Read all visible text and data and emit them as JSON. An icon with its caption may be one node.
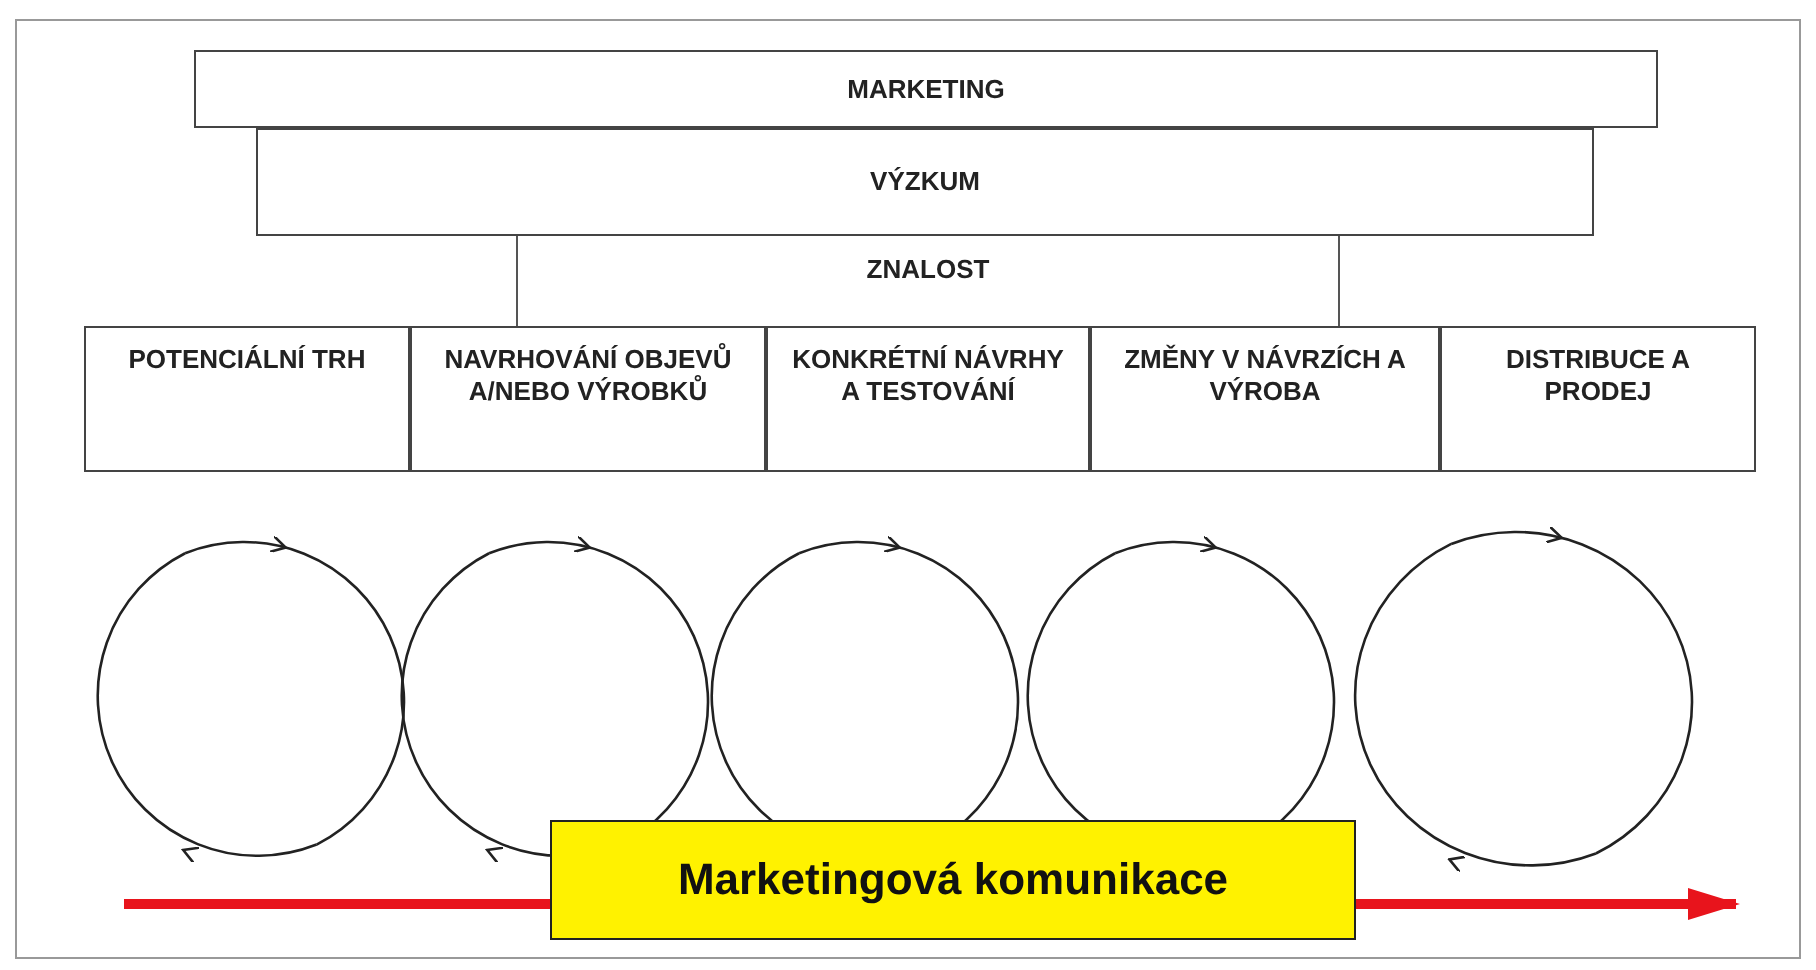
{
  "diagram": {
    "nodes": [
      {
        "text": [
          "MARKETING"
        ]
      },
      {
        "text": [
          "VÝZKUM"
        ]
      },
      {
        "text": [
          "ZNALOST"
        ]
      },
      {
        "text": [
          "POTENCIÁLNÍ TRH"
        ]
      },
      {
        "text": [
          "NAVRHOVÁNÍ OBJEVŮ A/NEBO VÝROBKŮ"
        ]
      },
      {
        "text": [
          "KONKRÉTNÍ NÁVRHY A TESTOVÁNÍ"
        ]
      },
      {
        "text": [
          "ZMĚNY V NÁVRZÍCH A VÝROBA"
        ]
      },
      {
        "text": [
          "DISTRIBUCE A PRODEJ"
        ]
      },
      {
        "text": [
          "Marketingová komunikace"
        ]
      }
    ],
    "edges": [
      {
        "from": null,
        "to": 8,
        "arrow": "none",
        "color": "#e8141c"
      },
      {
        "from": 8,
        "to": null,
        "arrow": "to",
        "color": "#e8141c"
      }
    ]
  }
}
